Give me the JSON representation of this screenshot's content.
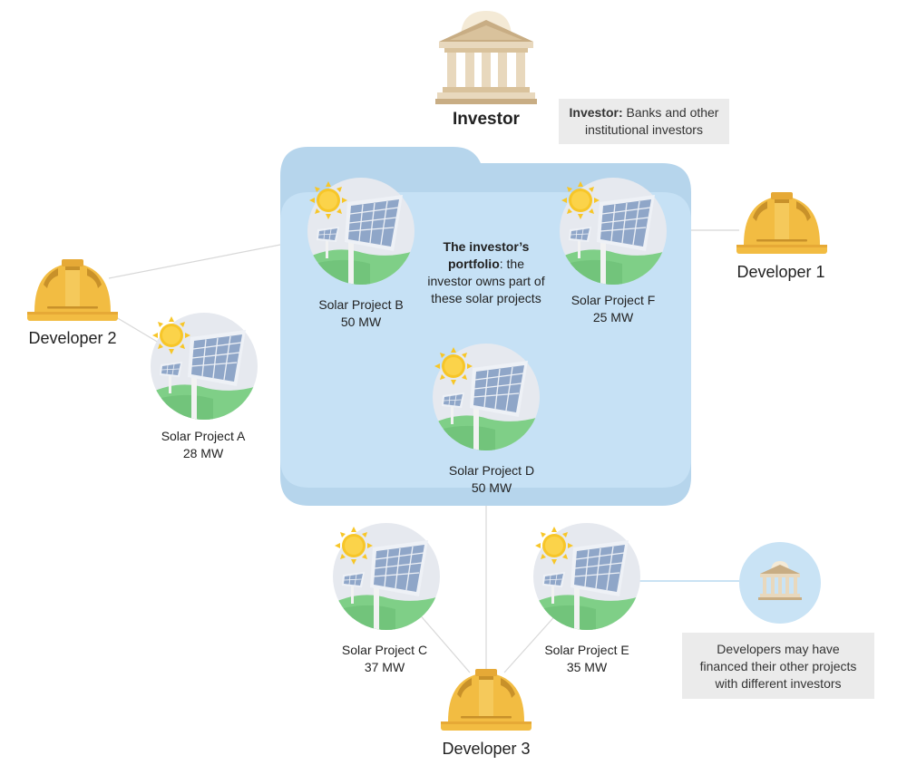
{
  "investor": {
    "title": "Investor",
    "note_bold": "Investor:",
    "note_text": "Banks and other institutional investors"
  },
  "portfolio": {
    "bold": "The investor’s portfolio",
    "text": ": the investor owns part of these solar projects"
  },
  "developers": {
    "dev1": "Developer 1",
    "dev2": "Developer 2",
    "dev3": "Developer 3"
  },
  "projects": {
    "a": {
      "name": "Solar Project A",
      "capacity": "28 MW"
    },
    "b": {
      "name": "Solar Project B",
      "capacity": "50 MW"
    },
    "c": {
      "name": "Solar Project C",
      "capacity": "37 MW"
    },
    "d": {
      "name": "Solar Project D",
      "capacity": "50 MW"
    },
    "e": {
      "name": "Solar Project E",
      "capacity": "35 MW"
    },
    "f": {
      "name": "Solar Project F",
      "capacity": "25 MW"
    }
  },
  "other_investors_note": "Developers may have financed their other projects with different investors",
  "colors": {
    "folder": "#c6e1f5",
    "folder_tab": "#b6d5ec",
    "helmet": "#f2bc42",
    "helmet_dark": "#c8912a",
    "bank": "#e8d8bd",
    "bank_dark": "#c8ad84",
    "sky_circle": "#e6e9ef",
    "grass": "#7fcf87",
    "panel": "#8fa6c8",
    "sun": "#f7c628",
    "line": "#d6d6d6",
    "blue_line": "#b9d9f0",
    "bank_circle": "#c9e3f5"
  }
}
